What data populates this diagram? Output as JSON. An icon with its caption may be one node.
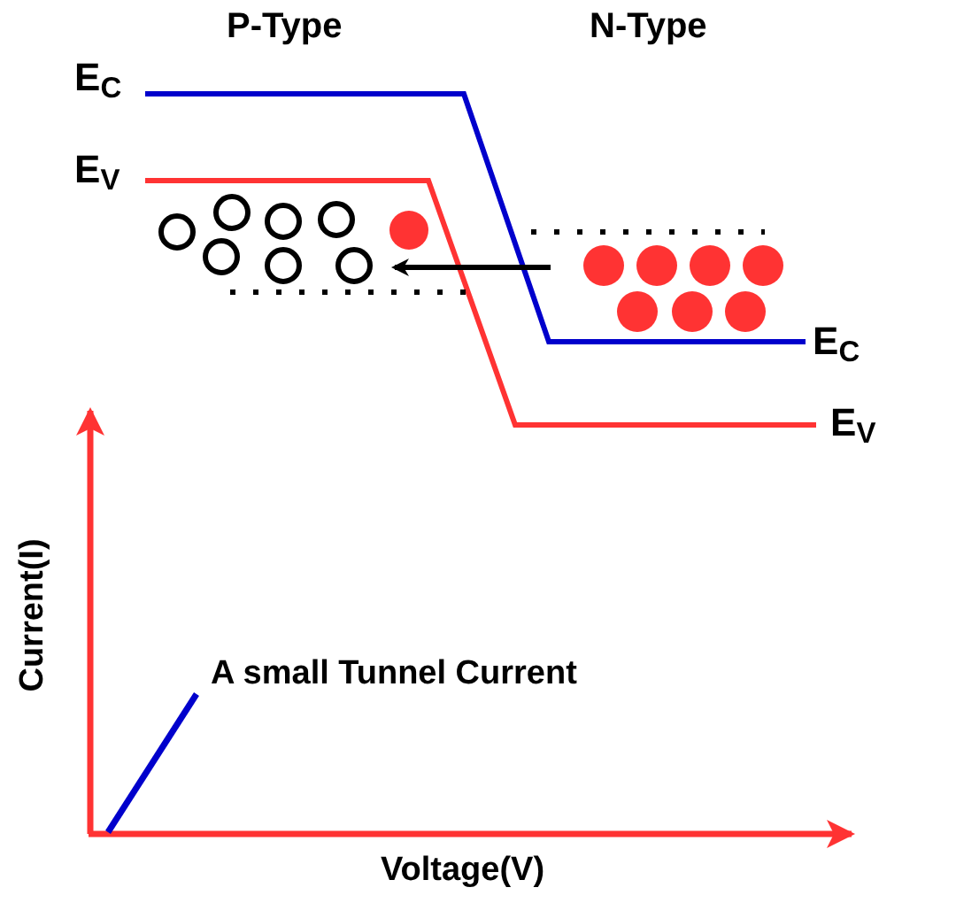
{
  "diagram": {
    "labels": [
      "P-Type",
      "N-Type",
      "E$_{C}$",
      "E$_{V}$",
      "E$_{C}$",
      "E$_{V}$",
      "Current(I)",
      "A small Tunnel Current",
      "Voltage(V)"
    ]
  }
}
